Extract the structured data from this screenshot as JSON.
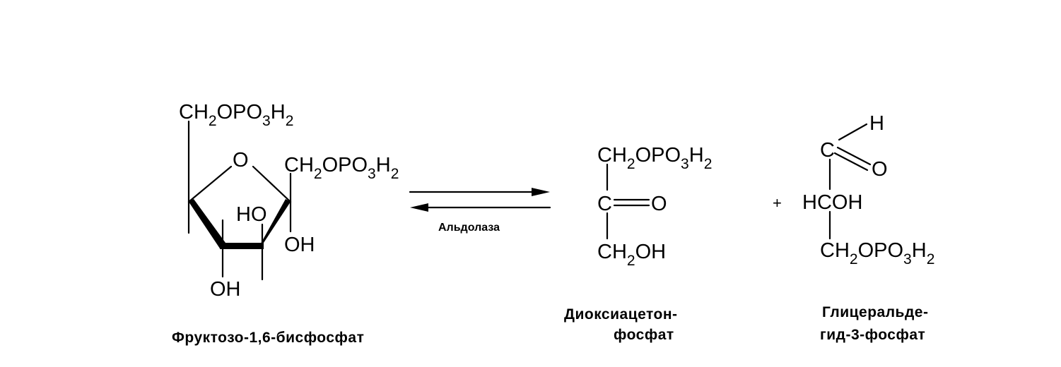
{
  "fructose": {
    "top_group": {
      "t1": "CH",
      "s1": "2",
      "t2": "OPO",
      "s2": "3",
      "t3": "H",
      "s3": "2"
    },
    "right_group": {
      "t1": "CH",
      "s1": "2",
      "t2": "OPO",
      "s2": "3",
      "t3": "H",
      "s3": "2"
    },
    "ring_oxygen": "O",
    "ho": "HO",
    "oh_right": "OH",
    "oh_bottom": "OH",
    "name": "Фруктозо-1,6-бисфосфат"
  },
  "reaction": {
    "enzyme": "Альдолаза",
    "plus": "+"
  },
  "dhap": {
    "top": {
      "t1": "CH",
      "s1": "2",
      "t2": "OPO",
      "s2": "3",
      "t3": "H",
      "s3": "2"
    },
    "carbonyl_c": "C",
    "carbonyl_o": "O",
    "bottom": {
      "t1": "CH",
      "s1": "2",
      "t2": "OH"
    },
    "name_line1": "Диоксиацетон-",
    "name_line2": "фосфат"
  },
  "g3p": {
    "aldehyde_h": "H",
    "aldehyde_c": "C",
    "aldehyde_o": "O",
    "middle": "HCOH",
    "bottom": {
      "t1": "CH",
      "s1": "2",
      "t2": "OPO",
      "s2": "3",
      "t3": "H",
      "s3": "2"
    },
    "name_line1": "Глицеральде-",
    "name_line2": "гид-3-фосфат"
  }
}
